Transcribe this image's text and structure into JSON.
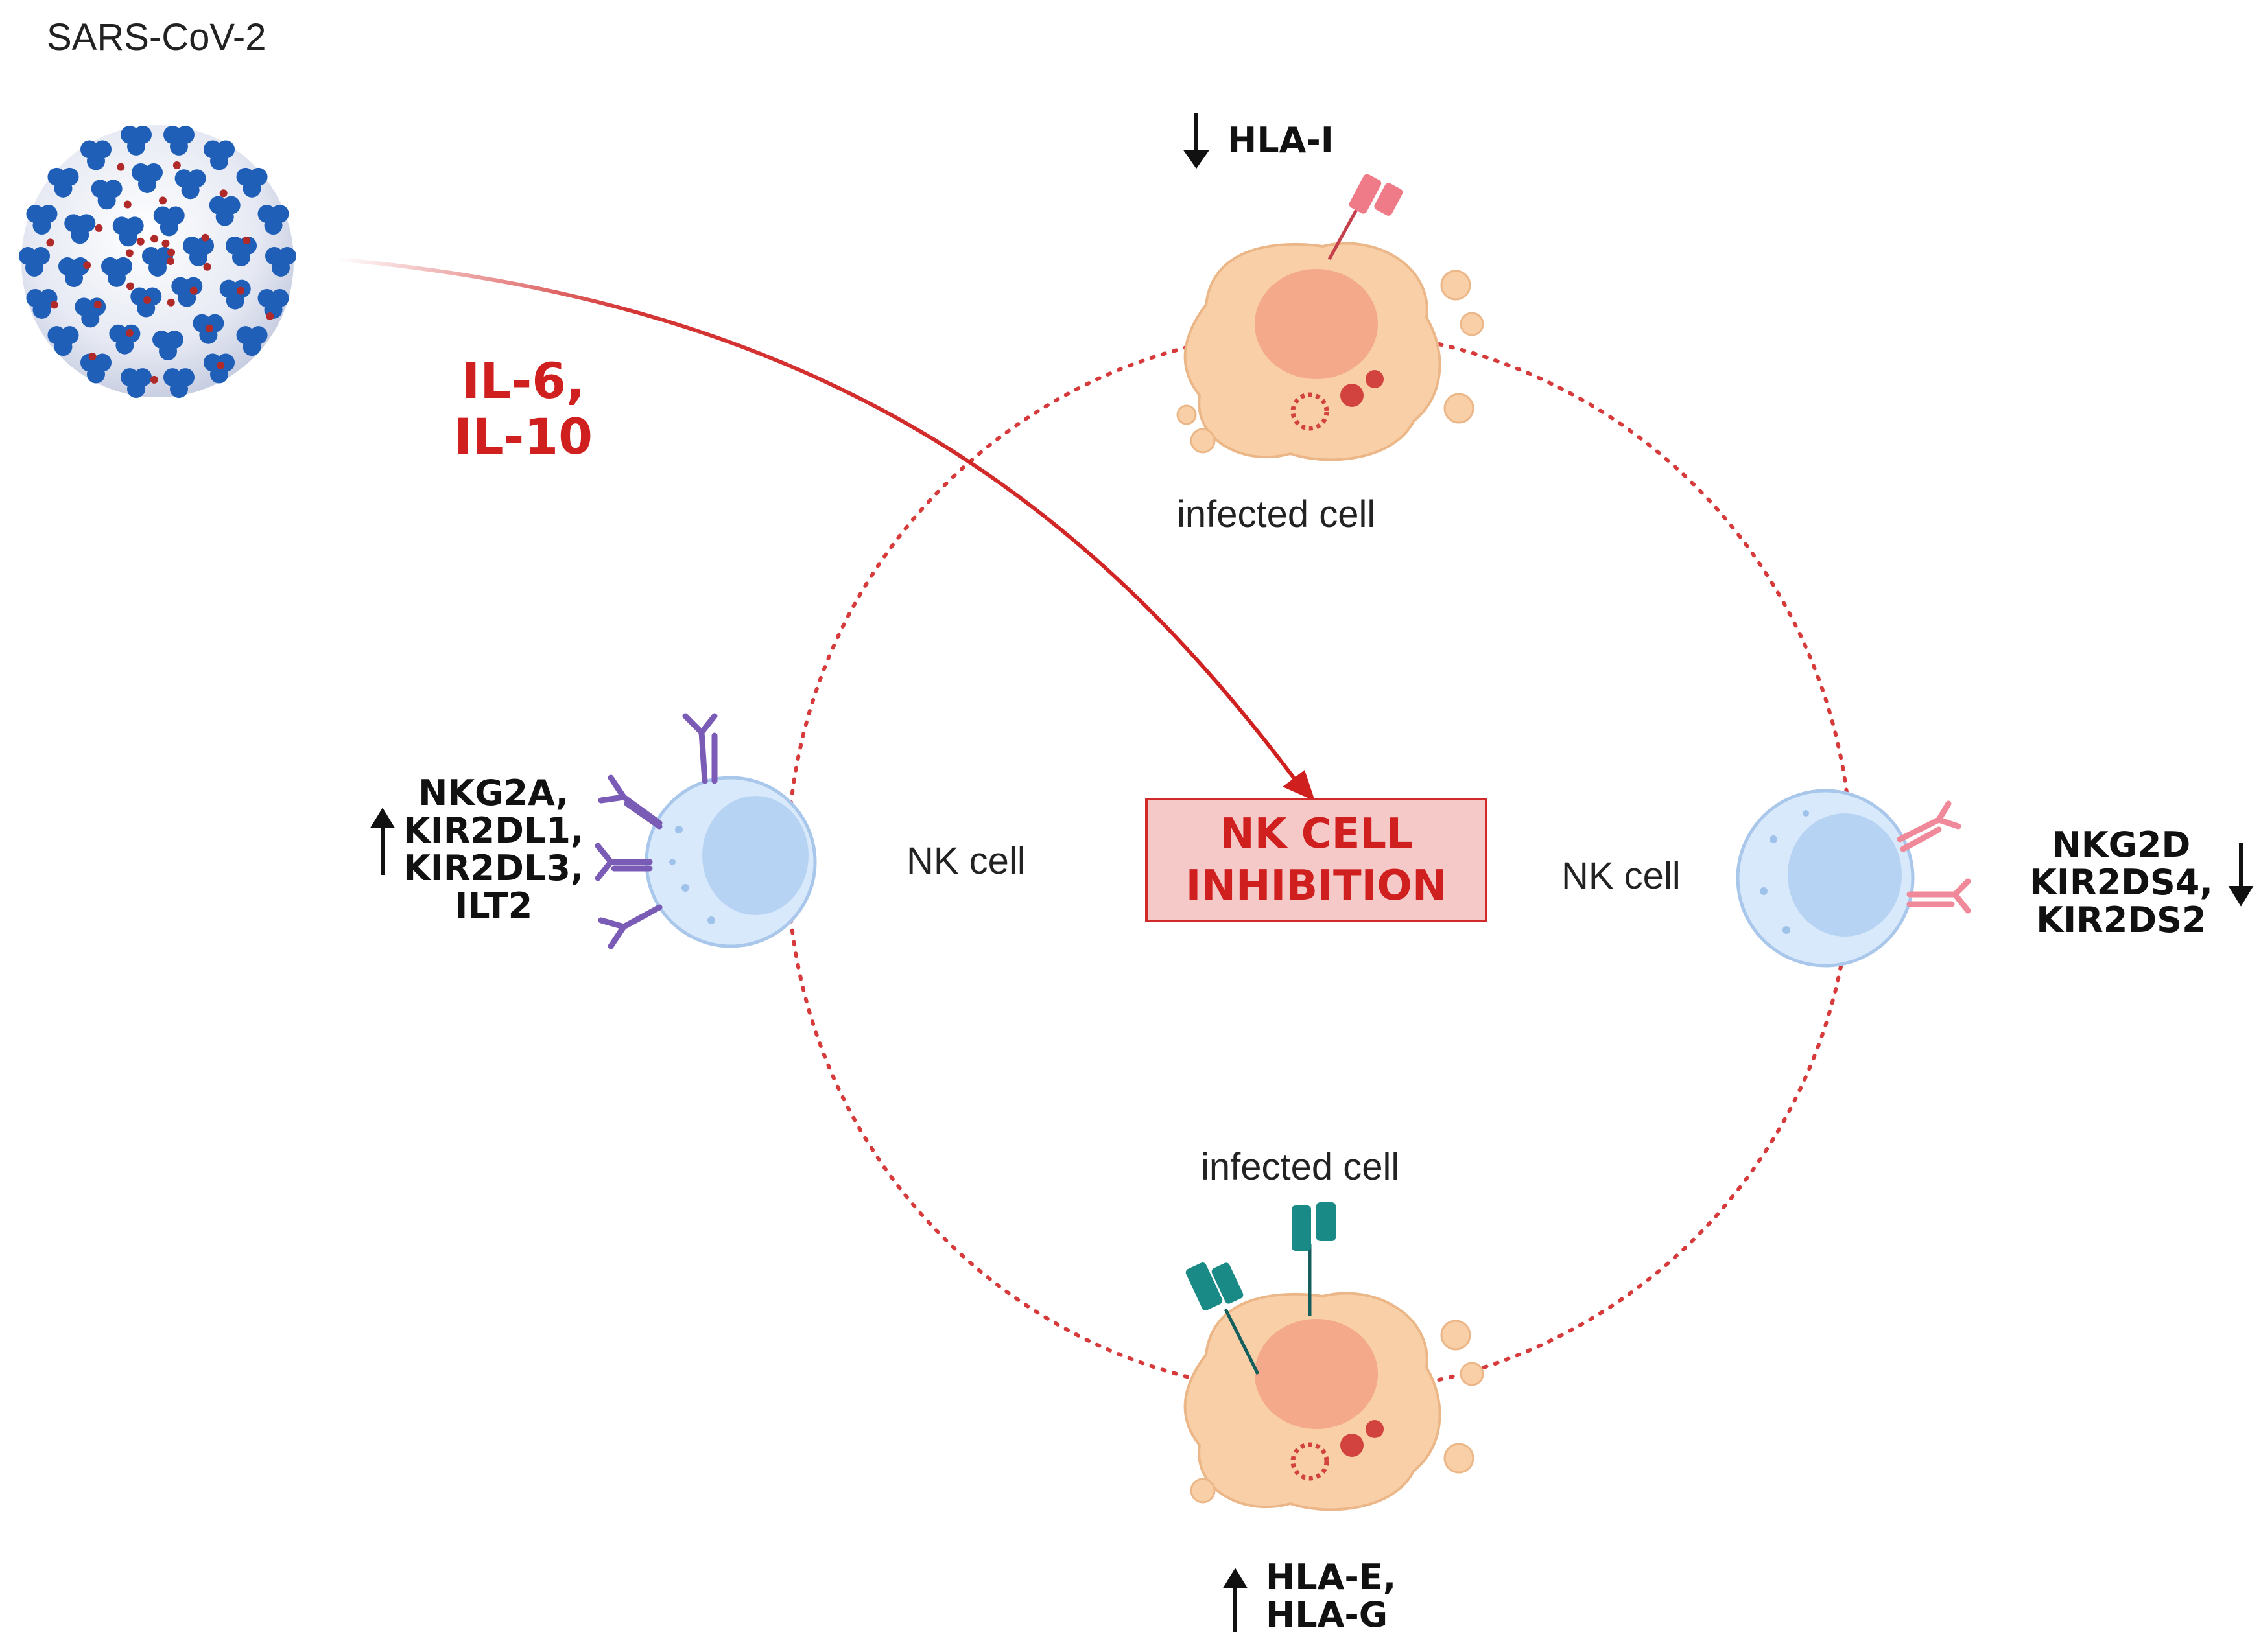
{
  "virus": {
    "label": "SARS-CoV-2"
  },
  "cytokines": {
    "line1": "IL-6,",
    "line2": "IL-10"
  },
  "center": {
    "line1": "NK CELL",
    "line2": "INHIBITION"
  },
  "infected_cell_top": {
    "label": "infected cell",
    "marker": "HLA-I",
    "direction": "↓"
  },
  "infected_cell_bottom": {
    "label": "infected cell",
    "markers": [
      "HLA-E,",
      "HLA-G"
    ],
    "direction": "↑"
  },
  "nk_cell_left": {
    "label": "NK cell",
    "receptors": [
      "NKG2A,",
      "KIR2DL1,",
      "KIR2DL3,",
      "ILT2"
    ],
    "direction": "↑"
  },
  "nk_cell_right": {
    "label": "NK cell",
    "receptors": [
      "NKG2D",
      "KIR2DS4,",
      "KIR2DS2"
    ],
    "direction": "↓"
  },
  "colors": {
    "red": "#d01f1f",
    "inhibition_fill": "#f6c9c9",
    "nk_cell": "#d8e9fb",
    "nk_nucleus": "#b7d3f3",
    "infected_cell": "#f8cfa6",
    "infected_nucleus": "#f3a98a",
    "virus_spike": "#1f5fb8",
    "inhibitory_receptor": "#7a5bb5",
    "activating_receptor": "#f08a9a",
    "hla_eg": "#1a8a86",
    "hla_i": "#ee7b87"
  }
}
